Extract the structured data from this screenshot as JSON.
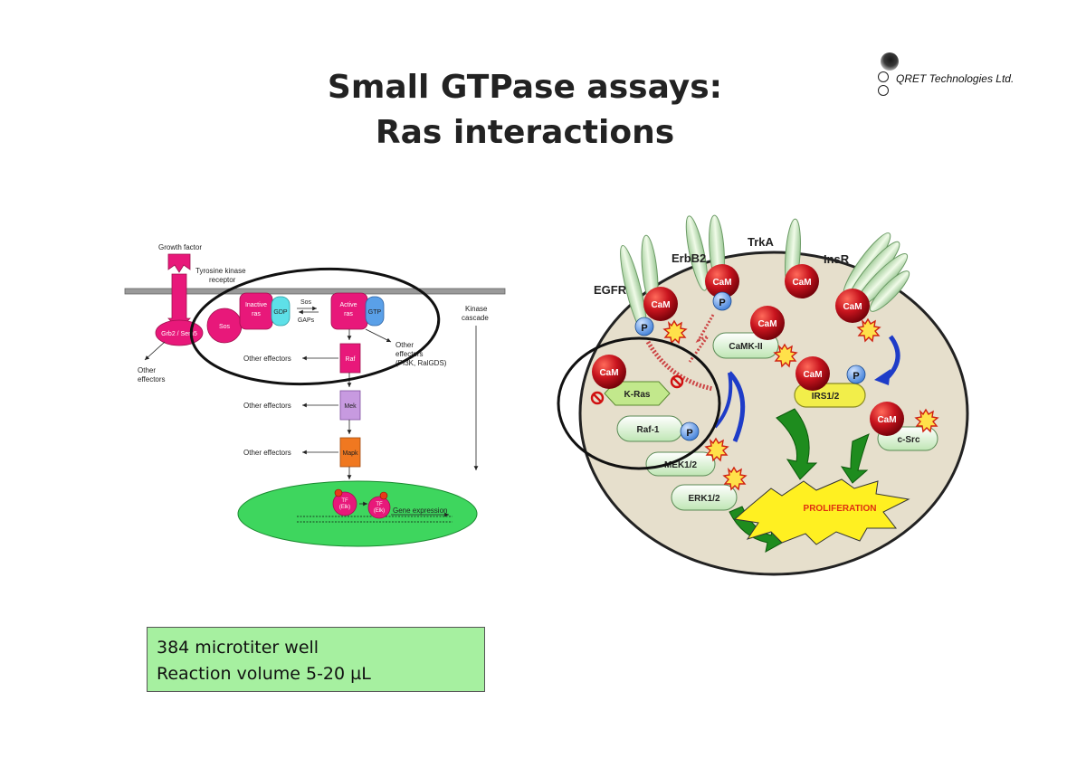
{
  "title": {
    "line1": "Small GTPase assays:",
    "line2": "Ras interactions"
  },
  "logo": {
    "text": "QRET Technologies Ltd."
  },
  "left_diagram": {
    "growth_factor": "Growth factor",
    "receptor": [
      "Tyrosine kinase",
      "receptor"
    ],
    "grb2": "Grb2 / Sem5",
    "sos": "Sos",
    "inactive_ras": [
      "Inactive",
      "ras"
    ],
    "gdp": "GDP",
    "exchange": [
      "Sos",
      "GAPs"
    ],
    "active_ras": [
      "Active",
      "ras"
    ],
    "gtp": "GTP",
    "kinase_cascade": [
      "Kinase",
      "cascade"
    ],
    "other_effectors_left": [
      "Other",
      "effectors"
    ],
    "other_effectors_right": [
      "Other",
      "effectors",
      "(PI3K, RalGDS)"
    ],
    "other_effectors": "Other effectors",
    "raf": "Raf",
    "mek": "Mek",
    "mapk": "Mapk",
    "tf": [
      "TF",
      "(Elk)"
    ],
    "gene_expression": "Gene expression",
    "colors": {
      "magenta": "#e8187a",
      "cyan": "#5ee0e8",
      "lilac": "#c79ae0",
      "orange": "#f07820",
      "nucleus": "#3ed65e"
    }
  },
  "right_diagram": {
    "receptors": [
      "EGFR",
      "ErbB2",
      "TrkA",
      "InsR"
    ],
    "cam": "CaM",
    "p": "P",
    "camk2": "CaMK-II",
    "kras": "K-Ras",
    "raf1": "Raf-1",
    "mek12": "MEK1/2",
    "erk12": "ERK1/2",
    "irs12": "IRS1/2",
    "csrc": "c-Src",
    "proliferation": "PROLIFERATION",
    "colors": {
      "cell": "#e6dfcc",
      "cam": "#c8141e",
      "p": "#3f7fd8",
      "arrow_green": "#1e8c1e",
      "arrow_blue": "#1e3cc8",
      "burst": "#fff021"
    }
  },
  "info": {
    "line1": "384 microtiter well",
    "line2": "Reaction volume 5-20 µL"
  }
}
